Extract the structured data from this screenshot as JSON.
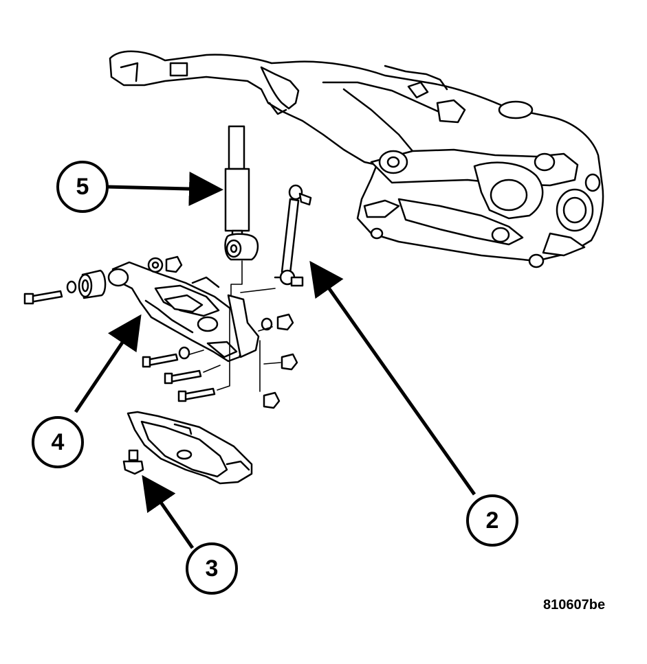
{
  "figure": {
    "reference_code": "810607be",
    "callouts": [
      {
        "id": "5",
        "label": "5",
        "part": "shock-absorber"
      },
      {
        "id": "2",
        "label": "2",
        "part": "stabilizer-link"
      },
      {
        "id": "4",
        "label": "4",
        "part": "lower-control-arm"
      },
      {
        "id": "3",
        "label": "3",
        "part": "drain-plug"
      }
    ]
  }
}
